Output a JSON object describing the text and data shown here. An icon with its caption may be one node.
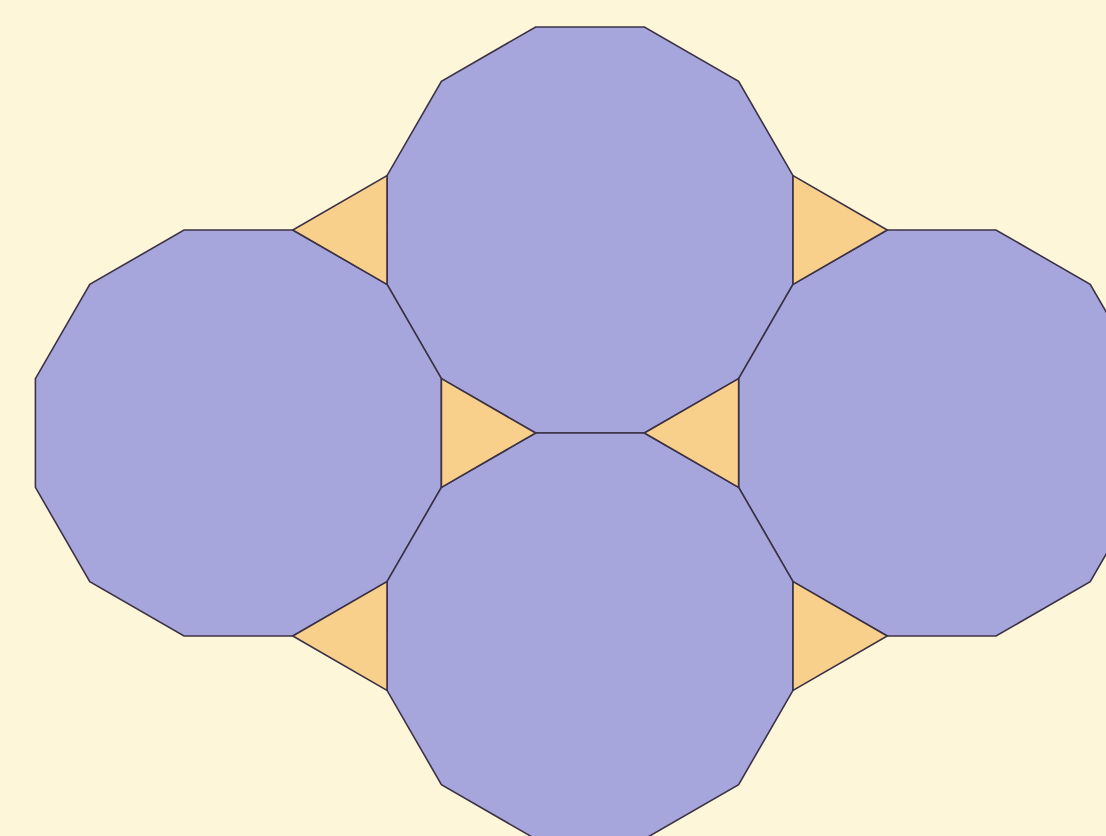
{
  "diagram": {
    "nodes": [
      {
        "text": [],
        "shape": "dodecagon"
      },
      {
        "text": [],
        "shape": "dodecagon"
      },
      {
        "text": [],
        "shape": "dodecagon"
      },
      {
        "text": [],
        "shape": "dodecagon"
      },
      {
        "text": [],
        "shape": "triangle"
      },
      {
        "text": [],
        "shape": "triangle"
      },
      {
        "text": [],
        "shape": "triangle"
      },
      {
        "text": [],
        "shape": "triangle"
      },
      {
        "text": [],
        "shape": "triangle"
      },
      {
        "text": [],
        "shape": "triangle"
      }
    ]
  }
}
